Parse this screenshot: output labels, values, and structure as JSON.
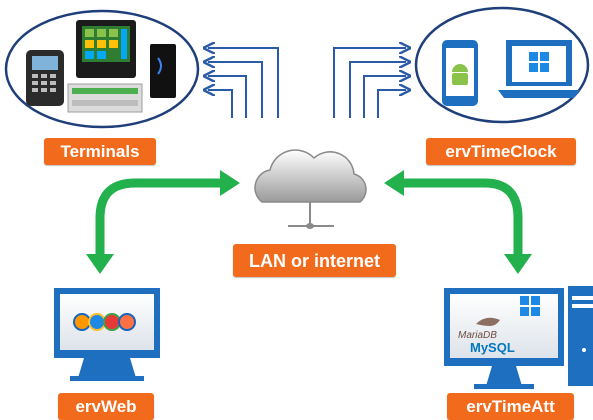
{
  "labels": {
    "terminals": "Terminals",
    "timeclock": "ervTimeClock",
    "network": "LAN or internet",
    "web": "ervWeb",
    "timeatt": "ervTimeAtt"
  },
  "logos": {
    "mariadb": "MariaDB",
    "mysql": "MySQL"
  },
  "colors": {
    "label_bg": "#f26a1b",
    "green_arrow": "#22b14c",
    "blue_arrow": "#2a5aa8",
    "ellipse_stroke": "#1f3f7a",
    "monitor_blue": "#1e6fc0"
  }
}
